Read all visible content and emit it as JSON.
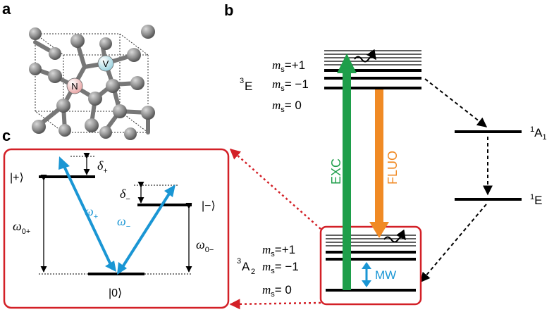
{
  "panels": {
    "a": "a",
    "b": "b",
    "c": "c"
  },
  "crystal": {
    "atom_n": "N",
    "atom_v": "V"
  },
  "excited_state": {
    "label": "E",
    "label_sup": "3",
    "ms_plus": "=+1",
    "ms_minus": "= −1",
    "ms_zero": "= 0",
    "ms_letter": "m",
    "ms_sub": "s"
  },
  "ground_state": {
    "label": "A",
    "label_sup": "3",
    "label_sub": "2",
    "ms_plus": "=+1",
    "ms_minus": "= −1",
    "ms_zero": "= 0",
    "ms_letter": "m",
    "ms_sub": "s"
  },
  "singlets": {
    "a1": "A",
    "a1_sup": "1",
    "a1_sub": "1",
    "e": "E",
    "e_sup": "1"
  },
  "transitions": {
    "exc": "EXC",
    "fluo": "FLUO",
    "mw": "MW"
  },
  "panel_c": {
    "ket_plus": "|+⟩",
    "ket_minus": "|−⟩",
    "ket_zero": "|0⟩",
    "delta": "δ",
    "delta_plus_sub": "+",
    "delta_minus_sub": "−",
    "omega": "ω",
    "omega_plus_sub": "+",
    "omega_minus_sub": "−",
    "omega0_plus_sub": "0+",
    "omega0_minus_sub": "0−"
  },
  "colors": {
    "exc": "#1e9e4a",
    "fluo": "#f08a24",
    "mw": "#1a96d4",
    "frame": "#d32027",
    "atom": "#8a8a8a",
    "atom_n": "#f4c6c6",
    "atom_v": "#b8e3ec"
  }
}
